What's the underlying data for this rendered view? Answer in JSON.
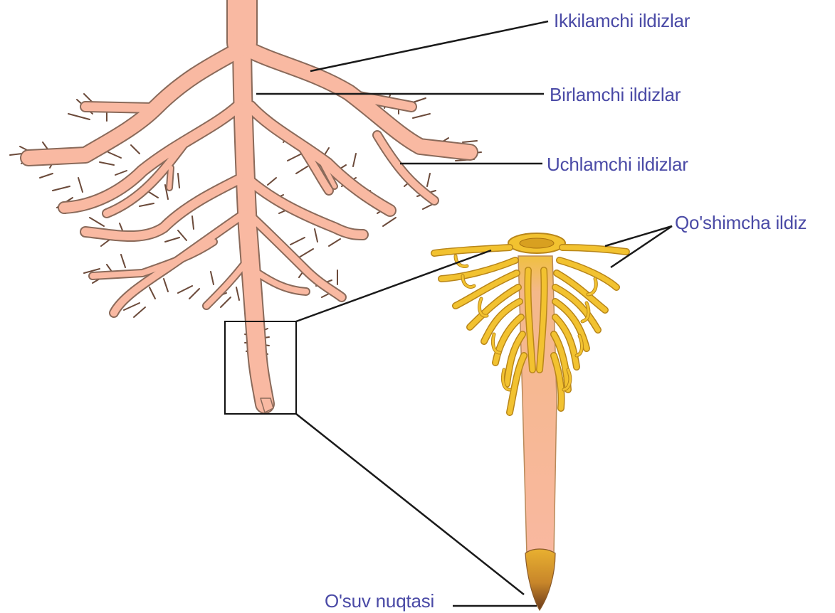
{
  "diagram": {
    "labels": {
      "secondary_roots": "Ikkilamchi ildizlar",
      "primary_roots": "Birlamchi ildizlar",
      "tertiary_roots": "Uchlamchi ildizlar",
      "adventitious_root": "Qo'shimcha ildiz",
      "growth_point": "O'suv nuqtasi"
    },
    "colors": {
      "label_text": "#4a4aa6",
      "root_fill": "#f9b9a2",
      "root_outline": "#6b4a3a",
      "zoom_root_fill": "#f2c230",
      "zoom_root_outline": "#b8861a",
      "root_tip": "#8a4a1a",
      "leader_lines": "#1a1a1a"
    }
  }
}
